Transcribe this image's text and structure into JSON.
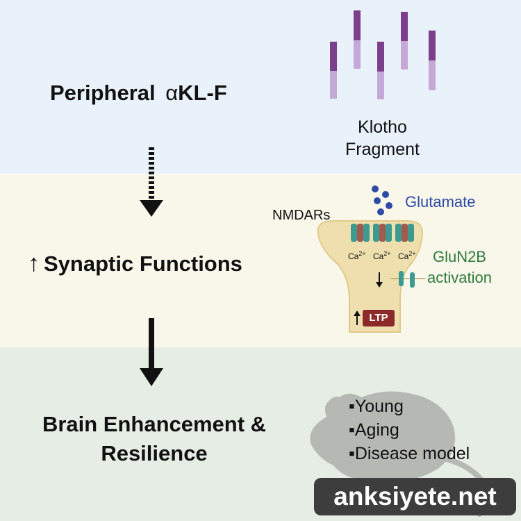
{
  "stages": {
    "peripheral": {
      "label": "Peripheral",
      "greek": "α",
      "suffix": "KL-F"
    },
    "synaptic": {
      "arrow_glyph": "↑",
      "label": "Synaptic Functions"
    },
    "brain": {
      "line1": "Brain Enhancement &",
      "line2": "Resilience"
    }
  },
  "klotho": {
    "line1": "Klotho",
    "line2": "Fragment"
  },
  "synapse": {
    "glutamate": "Glutamate",
    "nmdars": "NMDARs",
    "calcium": [
      "Ca",
      "Ca",
      "Ca"
    ],
    "calcium_superscript": "2+",
    "glun2b_line1": "GluN2B",
    "glun2b_line2": "activation",
    "ltp": "LTP"
  },
  "models": [
    "▪Young",
    "▪Aging",
    "▪Disease model"
  ],
  "watermark": "anksiyete.net",
  "colors": {
    "top_band": "#e9f1fa",
    "mid_band": "#f8f7ea",
    "bottom_band": "#e6ede4",
    "fragment_dark": "#7b3f8c",
    "fragment_light": "#c4a8d6",
    "glutamate": "#2f4aa6",
    "receptor": "#3d9a91",
    "receptor_dark": "#a35a4e",
    "glun2b_text": "#2d7a3c",
    "ltp_box": "#8c2a2a",
    "dendrite": "#f0dfae",
    "mouse": "#b6b8b4"
  }
}
